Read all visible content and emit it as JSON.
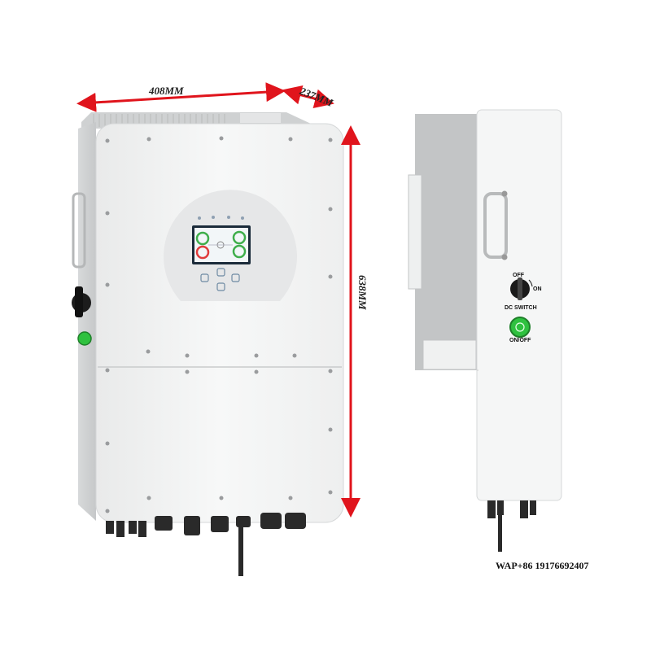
{
  "dimensions": {
    "width_label": "408MM",
    "depth_label": "237MM",
    "height_label": "638MM"
  },
  "side_view": {
    "switch_off_label": "OFF",
    "switch_on_label": "ON",
    "dc_switch_label": "DC  SWITCH",
    "power_button_label": "ON/OFF"
  },
  "contact": {
    "text": "WAP+86 19176692407"
  },
  "colors": {
    "casing": "#f4f5f5",
    "heatsink": "#cfd1d2",
    "display_ring": "#e6e7e8",
    "power_button": "#2fc13f",
    "dimension_arrow": "#e0141c",
    "connectors": "#2a2a2a"
  }
}
